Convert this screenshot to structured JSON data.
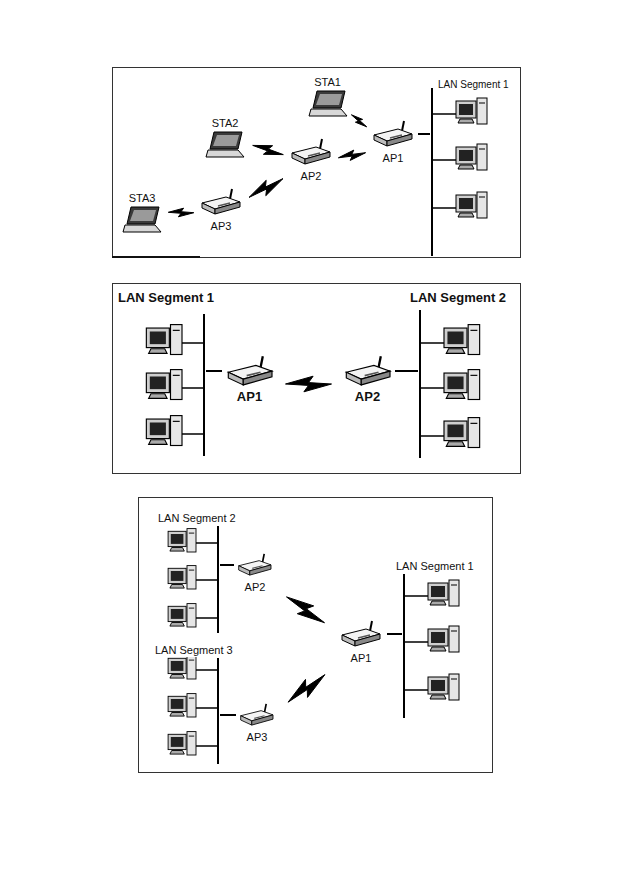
{
  "diagram": {
    "nodes": [
      {
        "text": [
          "STA1"
        ]
      },
      {
        "text": [
          "LAN Segment 1"
        ]
      },
      {
        "text": [
          "STA2"
        ]
      },
      {
        "text": [
          "AP2"
        ]
      },
      {
        "text": [
          "AP1"
        ]
      },
      {
        "text": [
          "STA3"
        ]
      },
      {
        "text": [
          "AP3"
        ]
      },
      {
        "text": [
          "LAN Segment 1"
        ]
      },
      {
        "text": [
          "LAN Segment 2"
        ]
      },
      {
        "text": [
          "AP1"
        ]
      },
      {
        "text": [
          "AP2"
        ]
      },
      {
        "text": [
          "LAN Segment 2"
        ]
      },
      {
        "text": [
          "LAN Segment 1"
        ]
      },
      {
        "text": [
          "AP2"
        ]
      },
      {
        "text": [
          "LAN Segment 3"
        ]
      },
      {
        "text": [
          "AP1"
        ]
      },
      {
        "text": [
          "AP3"
        ]
      }
    ],
    "edges": [
      {
        "from": 0,
        "to": 4,
        "arrow": "none"
      },
      {
        "from": 2,
        "to": 3,
        "arrow": "none"
      },
      {
        "from": 3,
        "to": 4,
        "arrow": "none"
      },
      {
        "from": 6,
        "to": 3,
        "arrow": "none"
      },
      {
        "from": 5,
        "to": 6,
        "arrow": "none"
      },
      {
        "from": 4,
        "to": 1,
        "arrow": "none"
      },
      {
        "from": 9,
        "to": 10,
        "arrow": "none"
      },
      {
        "from": 7,
        "to": 9,
        "arrow": "none"
      },
      {
        "from": 10,
        "to": 8,
        "arrow": "none"
      },
      {
        "from": 13,
        "to": 15,
        "arrow": "none"
      },
      {
        "from": 16,
        "to": 15,
        "arrow": "none"
      },
      {
        "from": 11,
        "to": 13,
        "arrow": "none"
      },
      {
        "from": 14,
        "to": 16,
        "arrow": "none"
      },
      {
        "from": 15,
        "to": 12,
        "arrow": "none"
      }
    ]
  }
}
